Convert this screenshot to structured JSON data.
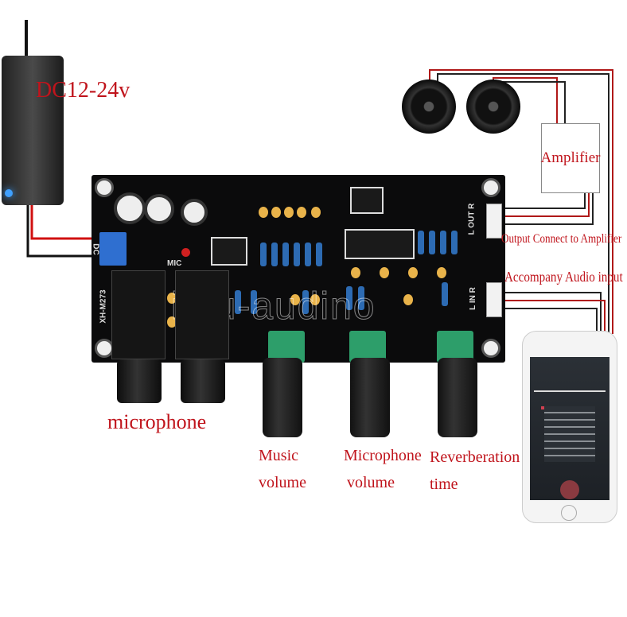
{
  "power_label": "DC12-24v",
  "amplifier_label": "Amplifier",
  "output_label": "Output Connect to Amplifier",
  "input_label": "Accompany Audio input",
  "microphone_label": "microphone",
  "controls": [
    {
      "line1": "Music",
      "line2": "volume"
    },
    {
      "line1": "Microphone",
      "line2": "volume"
    },
    {
      "line1": "Reverberation",
      "line2": "time"
    }
  ],
  "board": {
    "model": "XH-M273",
    "mic": "MIC",
    "out": "L OUT R",
    "in": "L IN R",
    "dc": "DC"
  },
  "watermark": "imu-audino",
  "colors": {
    "label_red": "#c0141c",
    "board": "#0b0b0c",
    "terminal": "#2f6fd0"
  }
}
